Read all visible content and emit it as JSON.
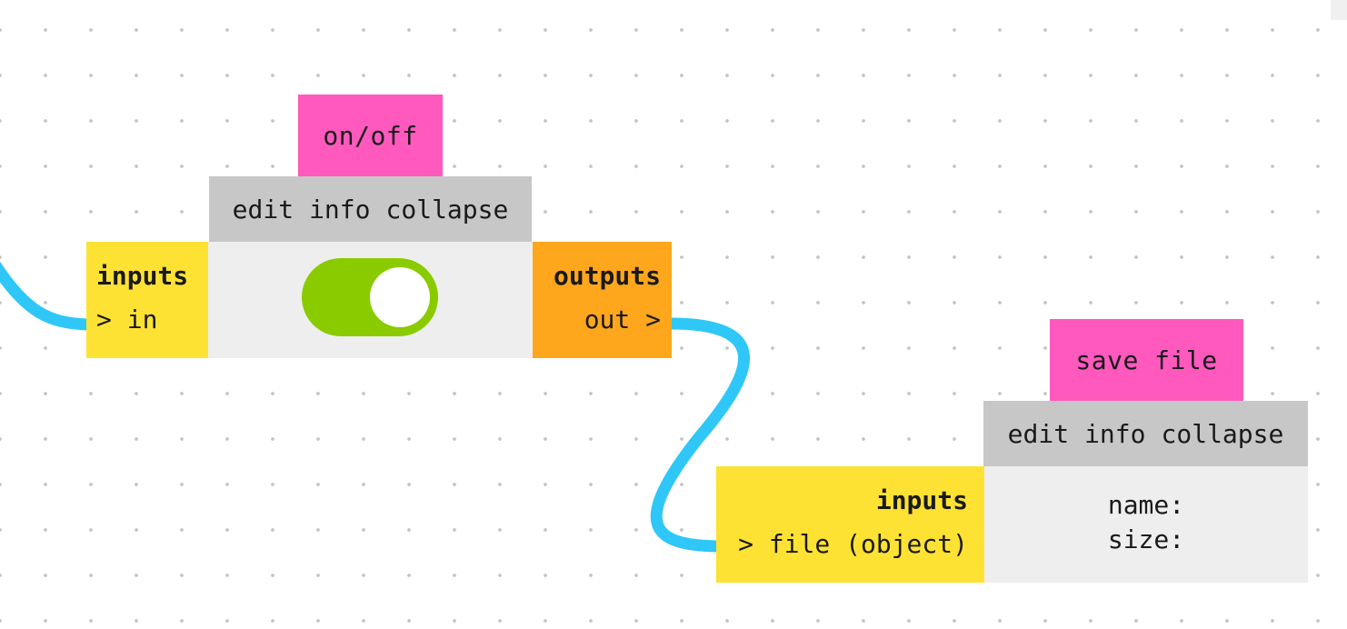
{
  "node1": {
    "title": "on/off",
    "toolbar": {
      "edit": "edit",
      "info": "info",
      "collapse": "collapse"
    },
    "inputs": {
      "heading": "inputs",
      "ports": [
        "> in"
      ]
    },
    "outputs": {
      "heading": "outputs",
      "ports": [
        "out >"
      ]
    },
    "toggle_state": "on"
  },
  "node2": {
    "title": "save file",
    "toolbar": {
      "edit": "edit",
      "info": "info",
      "collapse": "collapse"
    },
    "inputs": {
      "heading": "inputs",
      "ports": [
        "> file (object)"
      ]
    },
    "info": {
      "name_label": "name:",
      "size_label": "size:"
    }
  },
  "colors": {
    "title": "#ff59be",
    "toolbar": "#c7c7c7",
    "inputs": "#fde234",
    "outputs": "#ffa71c",
    "panel": "#eeeeee",
    "toggle_on": "#8acb00",
    "wire": "#2fc7f7"
  }
}
